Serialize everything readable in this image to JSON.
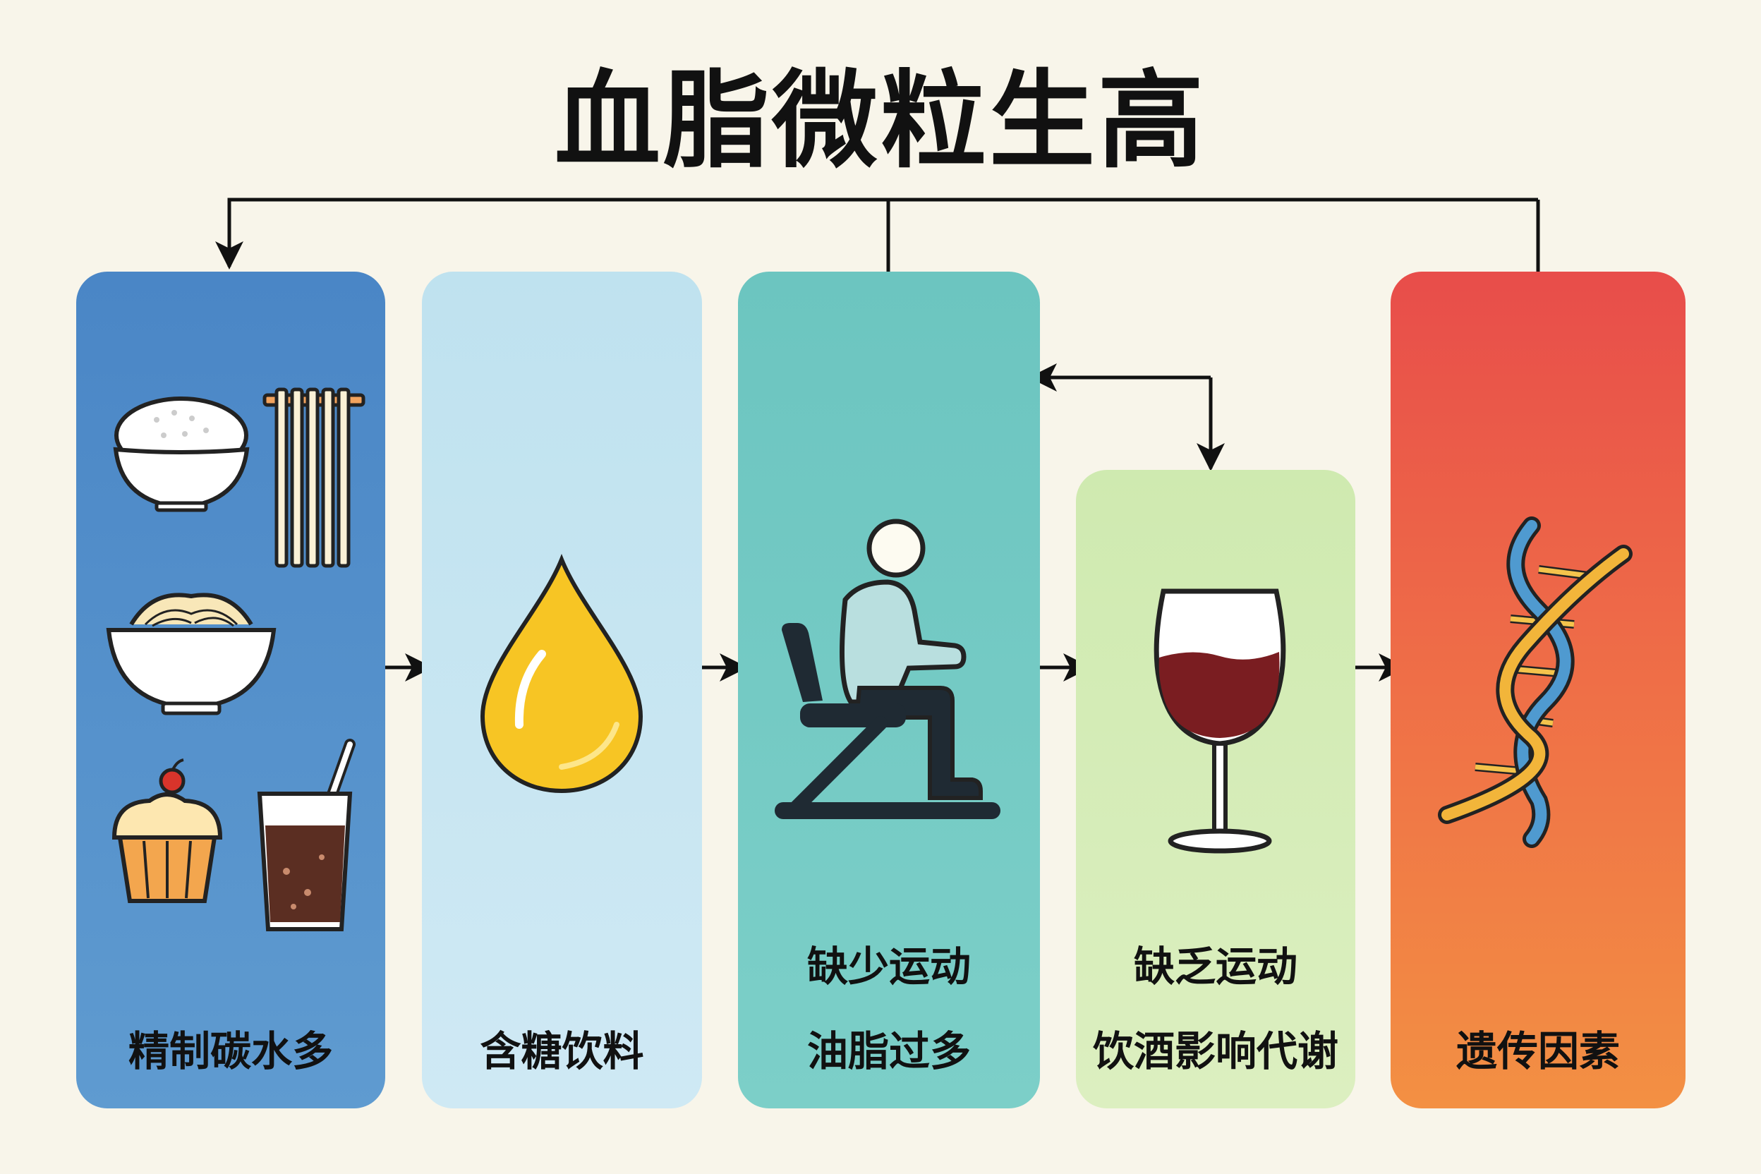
{
  "title": "血脂微粒生高",
  "panels": [
    {
      "label": "精制碳水多",
      "color": "#4a86c6"
    },
    {
      "label": "含糖饮料",
      "color": "#bfe2ef"
    },
    {
      "label_top": "缺少运动",
      "label": "油脂过多",
      "color": "#6cc5c0"
    },
    {
      "label_top": "缺乏运动",
      "label": "饮酒影响代谢",
      "color": "#cfeab0"
    },
    {
      "label": "遗传因素",
      "color": "#e84d4a"
    }
  ],
  "icons": {
    "panel1": [
      "rice-bowl-icon",
      "noodles-icon",
      "noodle-bowl-icon",
      "cupcake-icon",
      "soda-glass-icon"
    ],
    "panel2": [
      "oil-drop-icon"
    ],
    "panel3": [
      "sitting-person-icon"
    ],
    "panel4": [
      "wine-glass-icon"
    ],
    "panel5": [
      "dna-icon"
    ]
  }
}
